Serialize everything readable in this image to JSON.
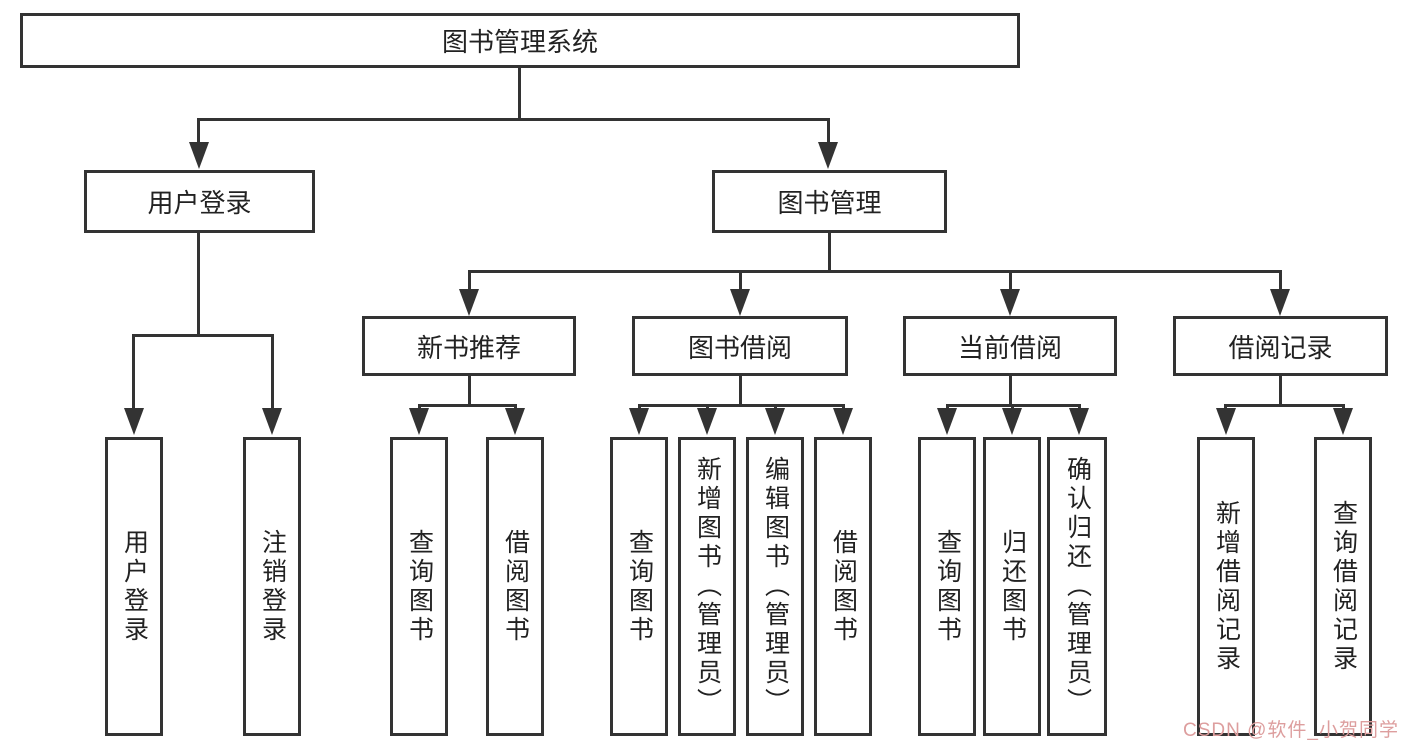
{
  "title": "图书管理系统",
  "level1": {
    "login": "用户登录",
    "mgmt": "图书管理"
  },
  "level2": {
    "newbook": "新书推荐",
    "borrow": "图书借阅",
    "current": "当前借阅",
    "records": "借阅记录"
  },
  "leaves": {
    "login": [
      "用户登录",
      "注销登录"
    ],
    "newbook": [
      "查询图书",
      "借阅图书"
    ],
    "borrow": [
      "查询图书",
      "新增图书（管理员）",
      "编辑图书（管理员）",
      "借阅图书"
    ],
    "current": [
      "查询图书",
      "归还图书",
      "确认归还（管理员）"
    ],
    "records": [
      "新增借阅记录",
      "查询借阅记录"
    ]
  },
  "watermark": "CSDN @软件_小贺同学",
  "colors": {
    "line": "#333333",
    "box_fill": "#ffffff",
    "text": "#222222",
    "watermark": "#dd9e9e",
    "background": "#ffffff"
  }
}
